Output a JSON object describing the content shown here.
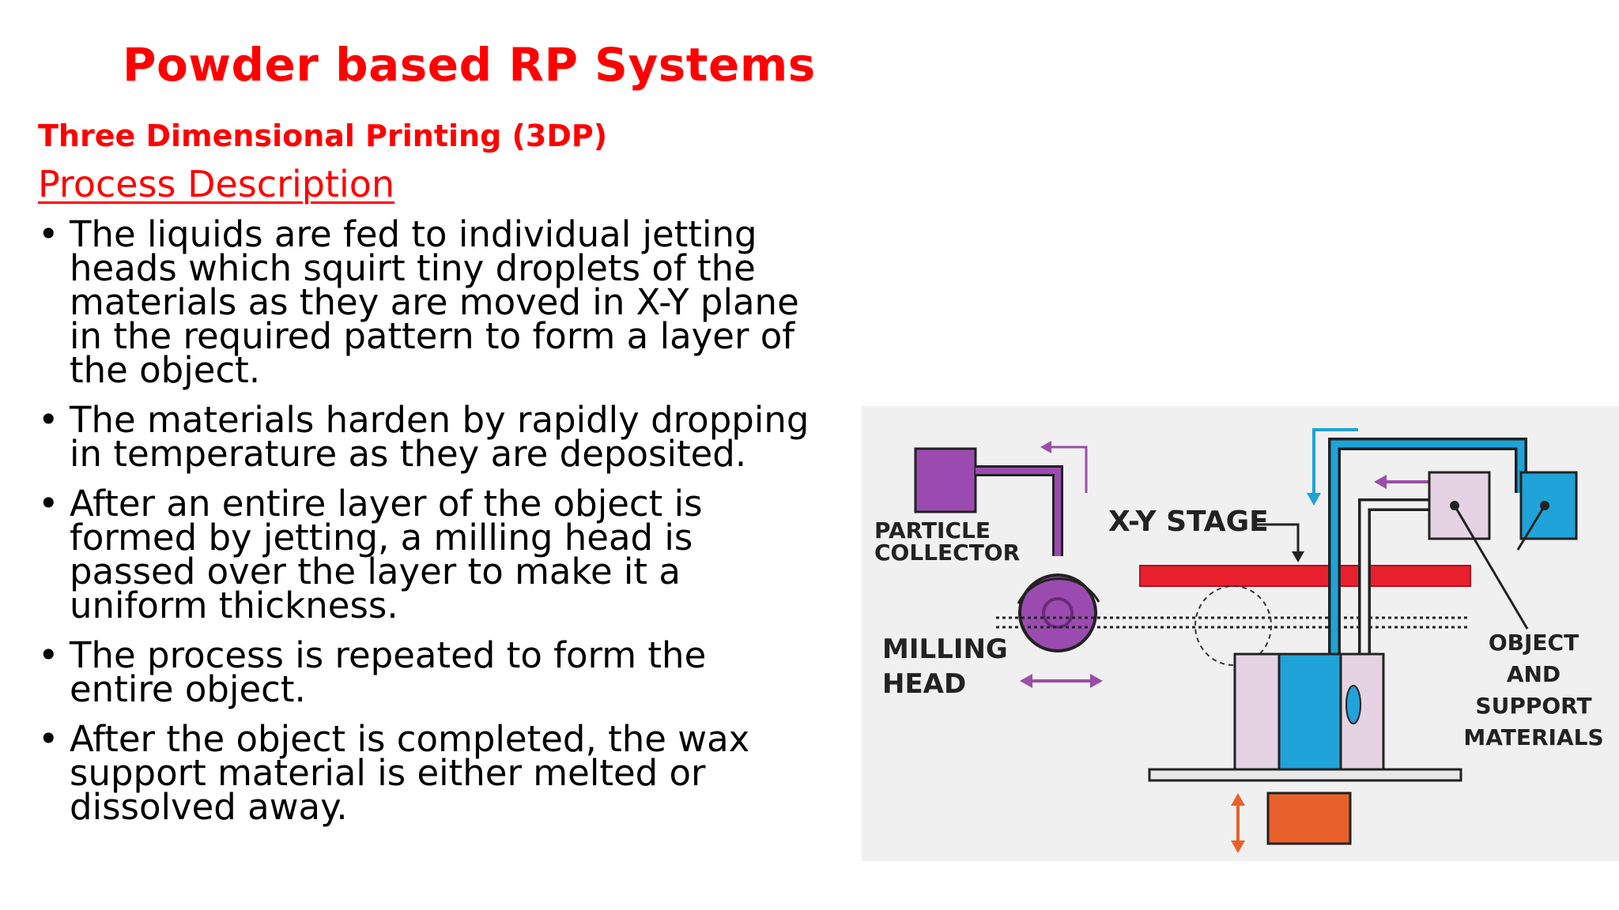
{
  "slide": {
    "title": "Powder based RP Systems",
    "subtitle": "Three Dimensional Printing (3DP)",
    "section_heading": "Process Description",
    "bullets": [
      {
        "line1": "The liquids are fed to individual jetting",
        "line2": "heads which squirt tiny droplets of the",
        "line3": "materials as they are moved in X-Y plane",
        "line4": "in the required pattern to form a layer of",
        "line5": "the object."
      },
      {
        "line1": "The materials harden by rapidly dropping",
        "line2": "in temperature as they are deposited."
      },
      {
        "line1": "After an entire layer of the object is",
        "line2": "formed by jetting, a milling head is",
        "line3": "passed over the layer to make it a",
        "line4": "uniform thickness."
      },
      {
        "line1": "The process is repeated to form the",
        "line2": "entire object."
      },
      {
        "line1": "After the object is completed, the wax",
        "line2": "support material is either melted or",
        "line3": "dissolved away."
      }
    ],
    "bullet_symbol": "•"
  },
  "figure": {
    "labels": {
      "particle_collector_1": "PARTICLE",
      "particle_collector_2": "COLLECTOR",
      "xy_stage": "X-Y STAGE",
      "milling_1": "MILLING",
      "milling_2": "HEAD",
      "object_1": "OBJECT",
      "object_2": "AND",
      "object_3": "SUPPORT",
      "object_4": "MATERIALS"
    },
    "colors": {
      "purple": "#9b4bb0",
      "red_stage": "#e8202e",
      "blue": "#1fa3d8",
      "pink": "#e5d3e3",
      "orange": "#e8612a",
      "arrow": "#9a4ea8"
    }
  }
}
